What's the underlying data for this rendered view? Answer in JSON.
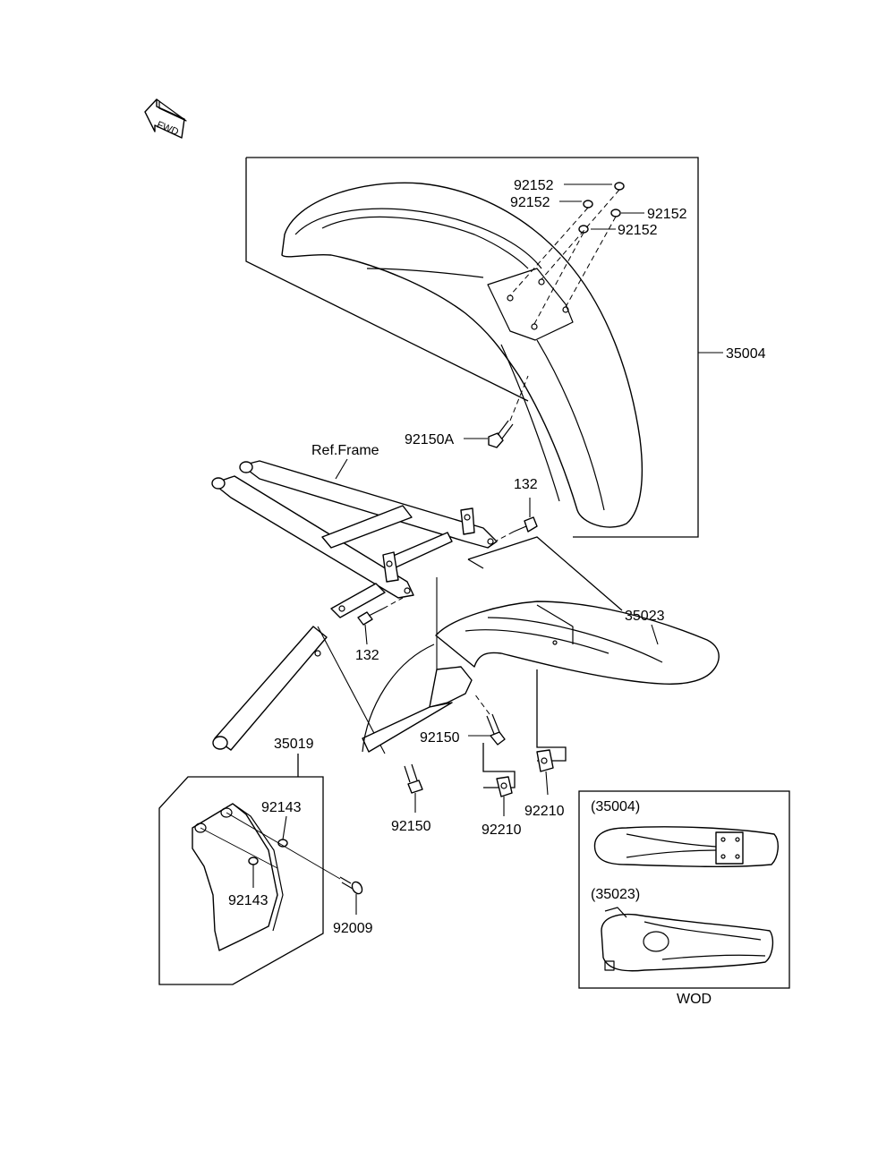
{
  "fwd_label": "FWD",
  "callouts": {
    "washer_a": "92152",
    "washer_b": "92152",
    "washer_c": "92152",
    "washer_d": "92152",
    "front_fender": "35004",
    "front_bolt": "92150A",
    "ref_frame": "Ref.Frame",
    "bolt_132_top": "132",
    "bolt_132_bottom": "132",
    "rear_fender": "35023",
    "bolt_92150_a": "92150",
    "bolt_92150_b": "92150",
    "nut_92210_a": "92210",
    "nut_92210_b": "92210",
    "flap_group": "35019",
    "flap_washer_a": "92143",
    "flap_washer_b": "92143",
    "flap_screw": "92009"
  },
  "inset": {
    "front_label": "(35004)",
    "rear_label": "(35023)",
    "caption": "WOD"
  }
}
